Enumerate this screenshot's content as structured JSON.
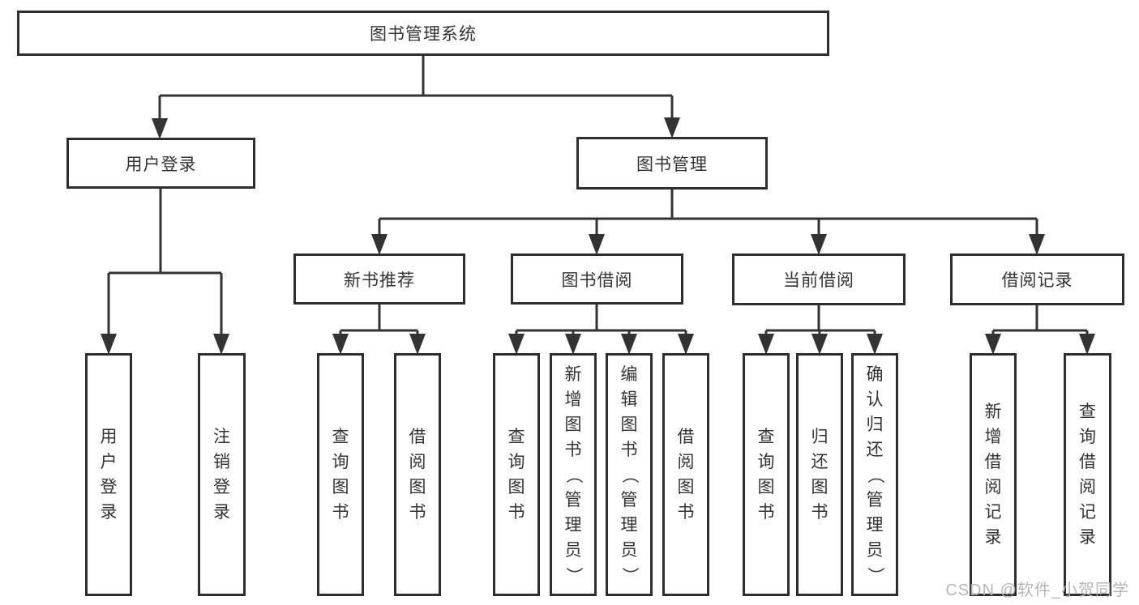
{
  "nodes": {
    "root": {
      "label": "图书管理系统"
    },
    "user_login": {
      "label": "用户登录"
    },
    "book_mgmt": {
      "label": "图书管理"
    },
    "new_books": {
      "label": "新书推荐"
    },
    "book_borrow": {
      "label": "图书借阅"
    },
    "current_borrow": {
      "label": "当前借阅"
    },
    "borrow_records": {
      "label": "借阅记录"
    },
    "ul_login": {
      "label": "用户登录"
    },
    "ul_logout": {
      "label": "注销登录"
    },
    "nb_query": {
      "label": "查询图书"
    },
    "nb_borrow": {
      "label": "借阅图书"
    },
    "bb_query": {
      "label": "查询图书"
    },
    "bb_add": {
      "label": "新增图书（管理员）"
    },
    "bb_edit": {
      "label": "编辑图书（管理员）"
    },
    "bb_borrow": {
      "label": "借阅图书"
    },
    "cb_query": {
      "label": "查询图书"
    },
    "cb_return": {
      "label": "归还图书"
    },
    "cb_confirm": {
      "label": "确认归还（管理员）"
    },
    "br_add": {
      "label": "新增借阅记录"
    },
    "br_query": {
      "label": "查询借阅记录"
    }
  },
  "watermark": "CSDN @软件_小贺同学",
  "colors": {
    "line": "#333333",
    "box_border": "#2e2e2e",
    "text": "#333333",
    "watermark": "#b2b2b2",
    "background": "#ffffff"
  }
}
